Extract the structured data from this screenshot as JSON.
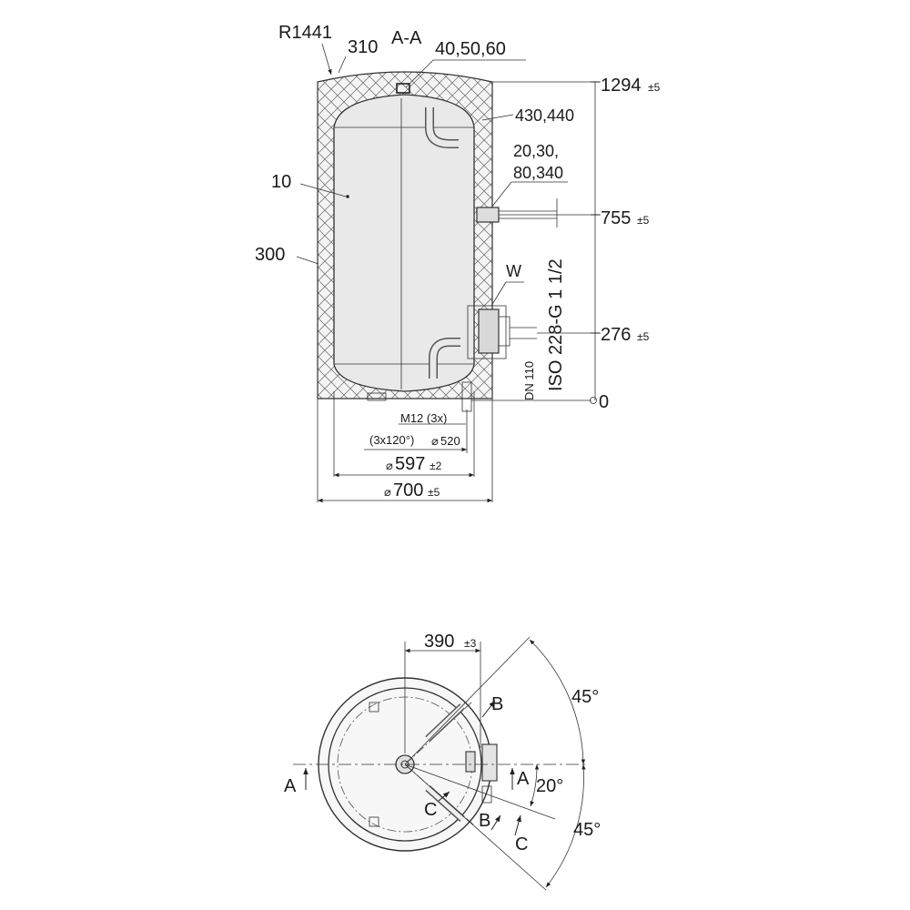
{
  "section_view": {
    "section_label": "A-A",
    "callouts": {
      "radius": "R1441",
      "c310": "310",
      "c40_50_60": "40,50,60",
      "c430_440": "430,440",
      "c20_30": "20,30,",
      "c80_340": "80,340",
      "c10": "10",
      "c300": "300",
      "w": "W",
      "iso": "ISO 228-G 1 1/2",
      "dn": "DN 110"
    },
    "heights": [
      {
        "value": "1294",
        "tol": "±5"
      },
      {
        "value": "755",
        "tol": "±5"
      },
      {
        "value": "276",
        "tol": "±5"
      },
      {
        "value": "0",
        "tol": ""
      }
    ],
    "bottom_dims": {
      "m12": "M12 (3x)",
      "bolt_circle": "(3x120°)",
      "bolt_diam": "520",
      "inner_diam": "597",
      "inner_tol": "±2",
      "outer_diam": "700",
      "outer_tol": "±5"
    }
  },
  "top_view": {
    "width_dim": "390",
    "width_tol": "±3",
    "angle_upper": "45°",
    "angle_lower": "45°",
    "angle_20": "20°",
    "section_marks": {
      "a": "A",
      "b": "B",
      "c": "C"
    }
  },
  "colors": {
    "line": "#222222",
    "tank_fill": "#e9e9e9",
    "background": "#ffffff"
  }
}
